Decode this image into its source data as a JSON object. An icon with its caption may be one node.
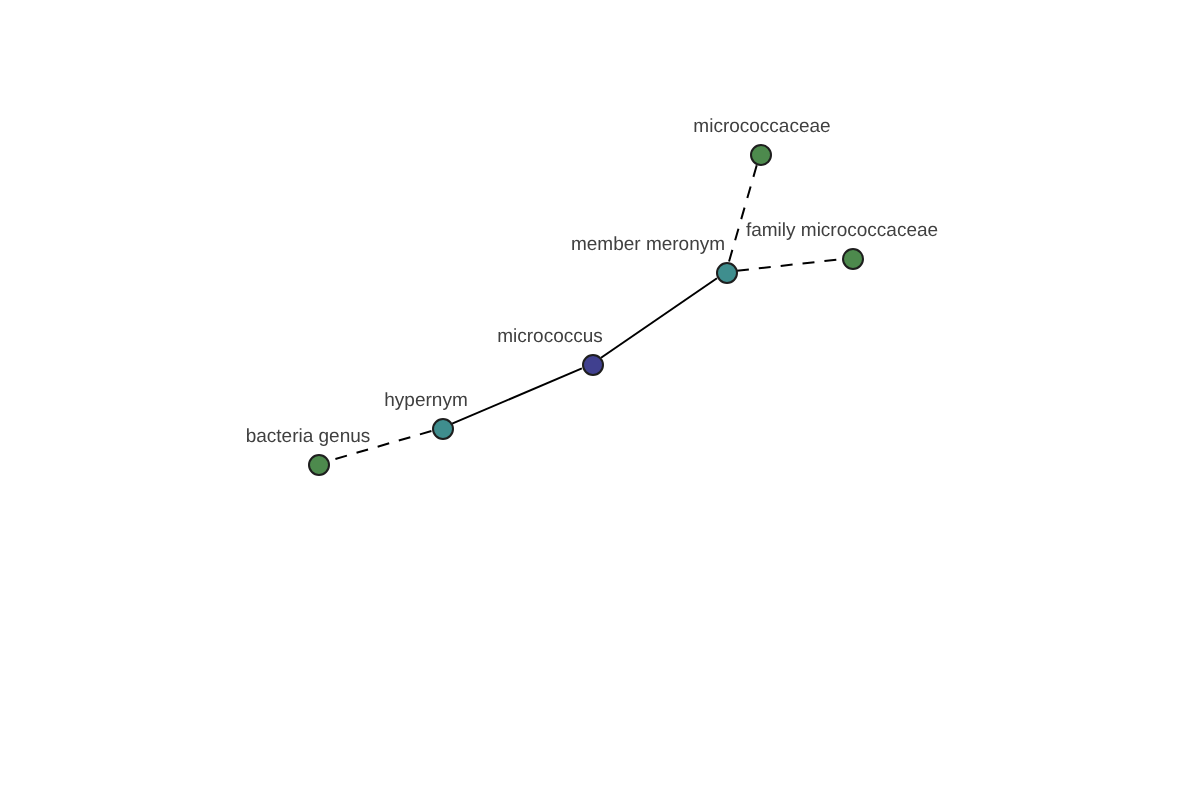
{
  "diagram": {
    "nodes": [
      {
        "text": [
          "micrococcaceae"
        ]
      },
      {
        "text": [
          "family micrococcaceae"
        ]
      },
      {
        "text": [
          "member meronym"
        ]
      },
      {
        "text": [
          "micrococcus"
        ]
      },
      {
        "text": [
          "hypernym"
        ]
      },
      {
        "text": [
          "bacteria genus"
        ]
      }
    ],
    "edges": [
      {
        "from": 3,
        "to": 2,
        "arrow": "none"
      },
      {
        "from": 2,
        "to": 0,
        "arrow": "none",
        "style": "dashed"
      },
      {
        "from": 2,
        "to": 1,
        "arrow": "none",
        "style": "dashed"
      },
      {
        "from": 3,
        "to": 4,
        "arrow": "none"
      },
      {
        "from": 4,
        "to": 5,
        "arrow": "none",
        "style": "dashed"
      }
    ]
  }
}
